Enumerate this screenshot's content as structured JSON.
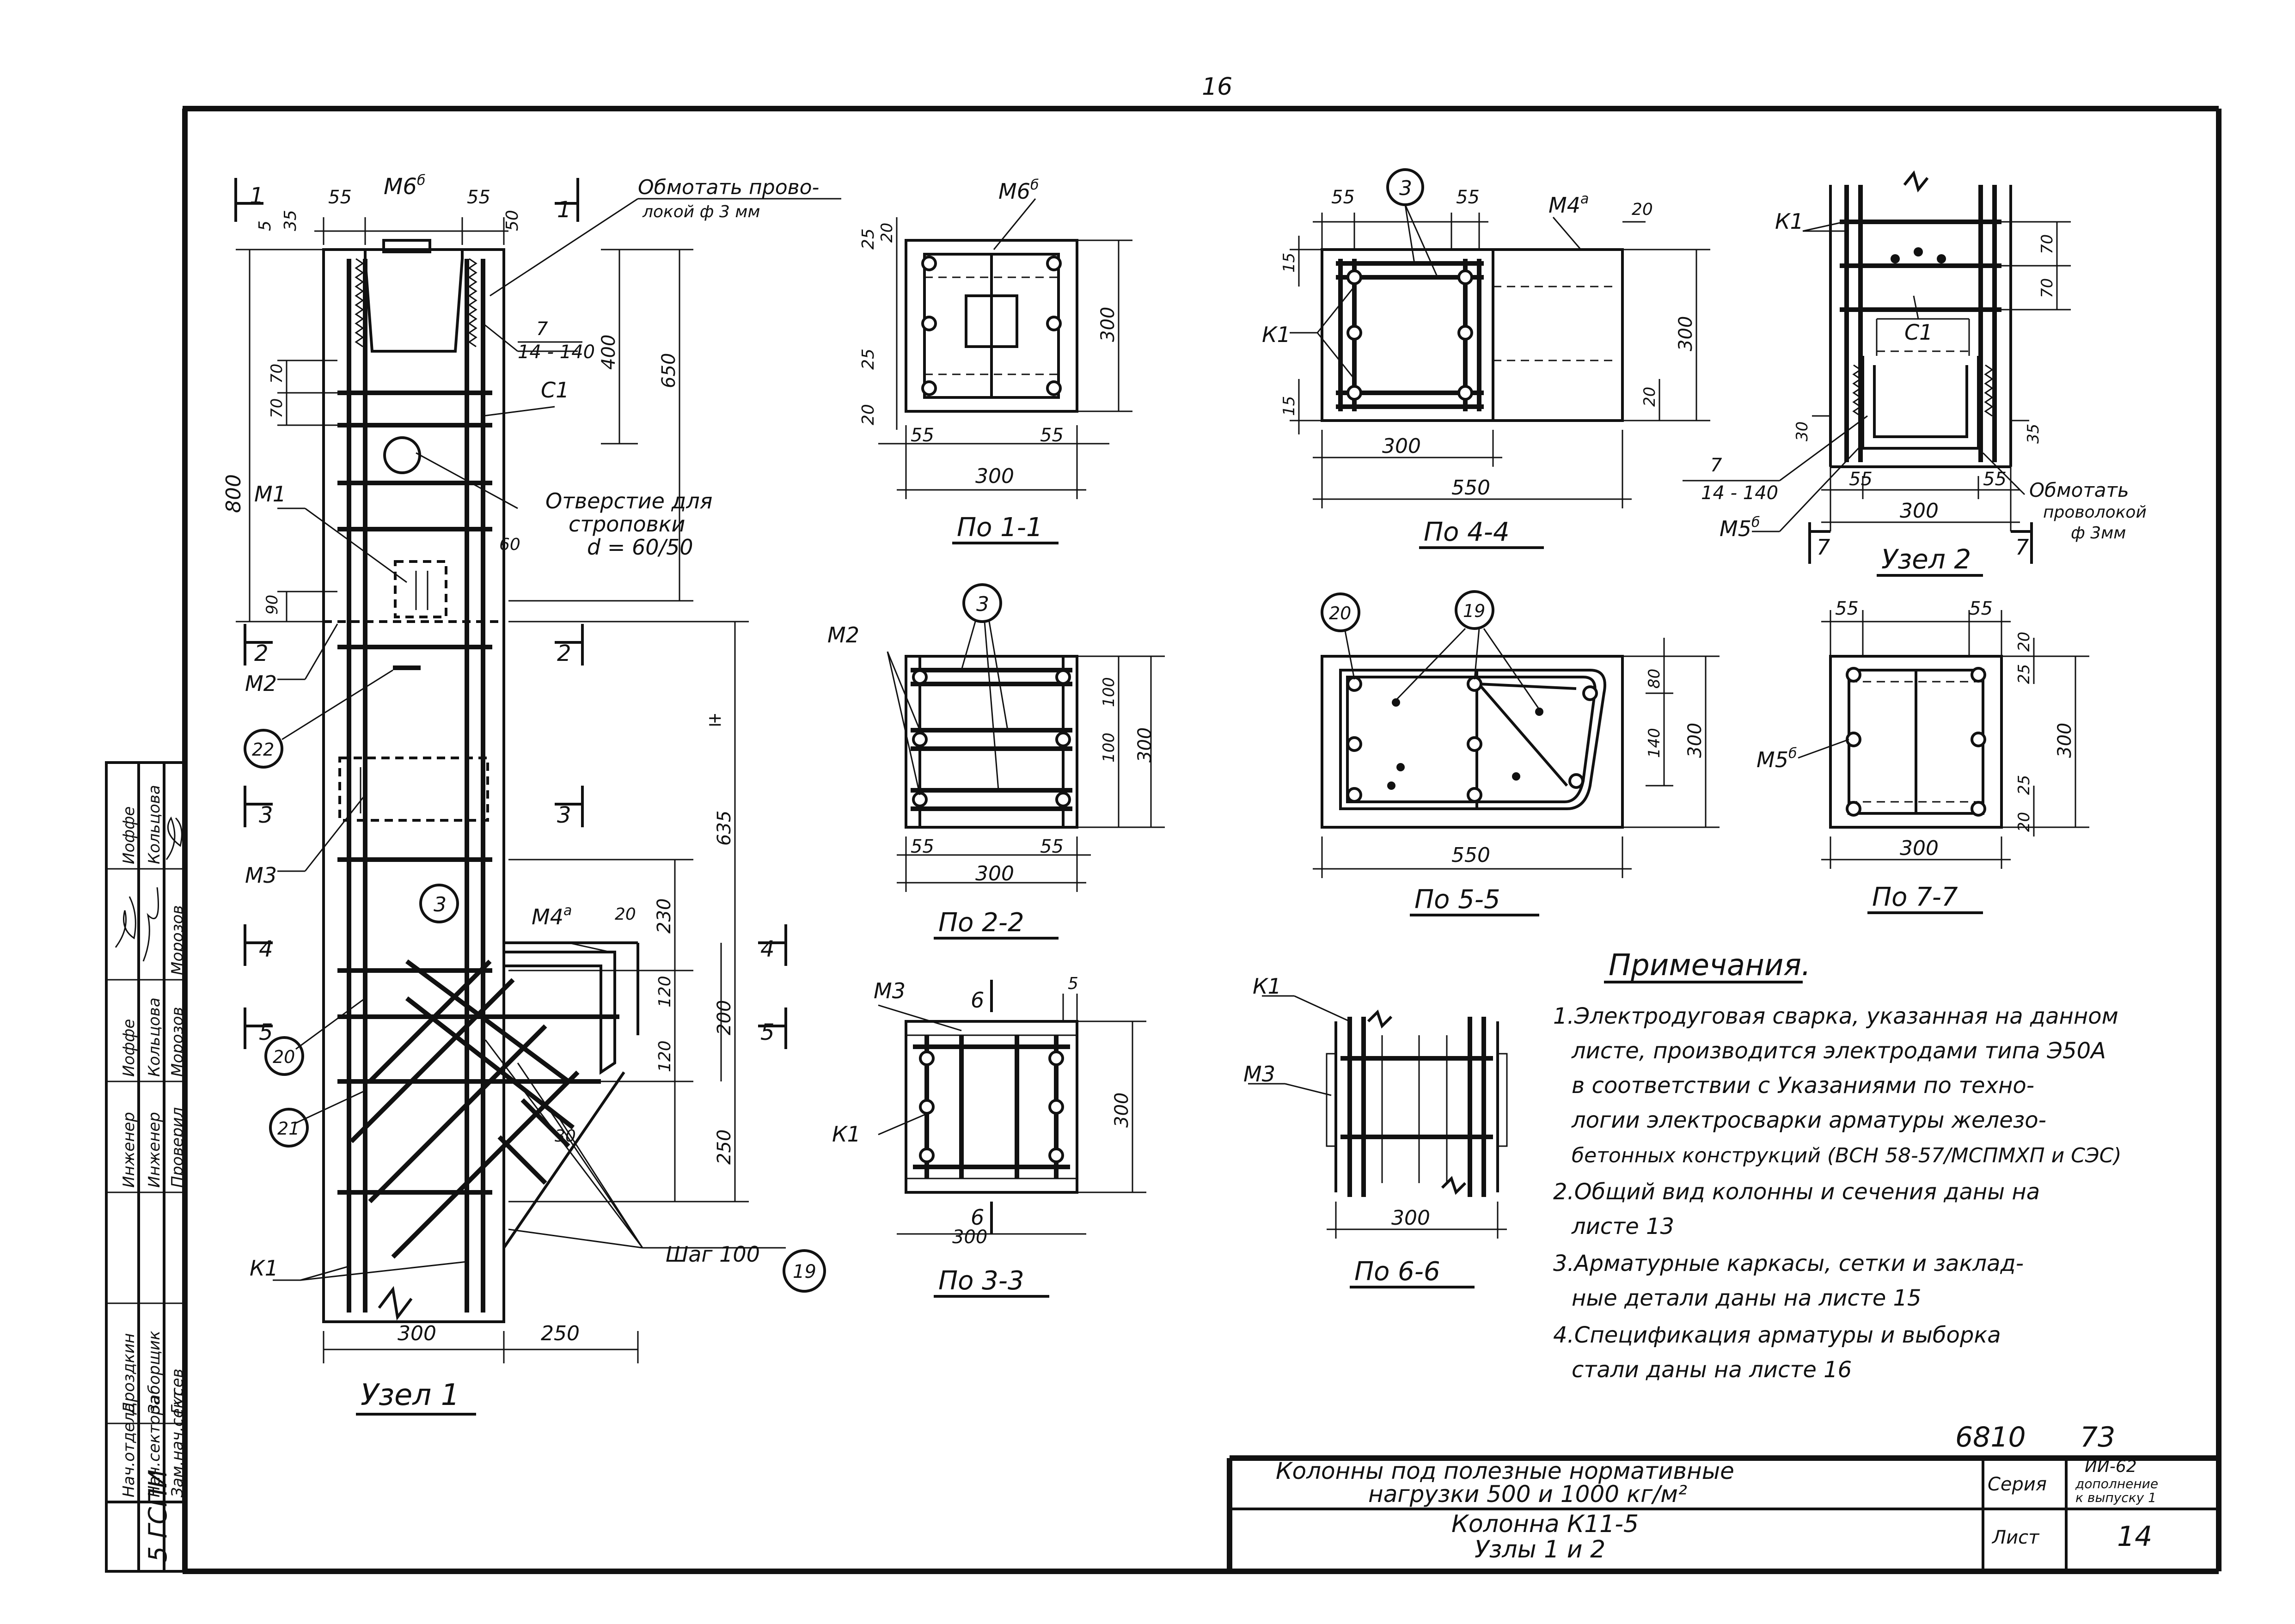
{
  "page_number": "16",
  "node1": {
    "title": "Узел 1",
    "labels": {
      "m6": "М6",
      "m6_sup": "б",
      "wrap_note_1": "Обмотать прово-",
      "wrap_note_2": "локой ф 3 мм",
      "weld_num": "7",
      "weld_den": "14 - 140",
      "c1": "С1",
      "m1": "М1",
      "m2": "М2",
      "m3": "М3",
      "m4": "М4",
      "m4_sup": "а",
      "k1": "К1",
      "hole_1": "Отверстие для",
      "hole_2": "строповки",
      "hole_3": "d = 60/50",
      "step": "Шаг 100",
      "cut1": "1",
      "cut2": "2",
      "cut3": "3",
      "cut4": "4",
      "cut5": "5"
    },
    "dims": {
      "d55a": "55",
      "d55b": "55",
      "d35": "35",
      "d5": "5",
      "d50": "50",
      "d400": "400",
      "d650": "650",
      "d800": "800",
      "d70a": "70",
      "d70b": "70",
      "d60": "60",
      "d90": "90",
      "d635": "635",
      "d230": "230",
      "d20": "20",
      "d120a": "120",
      "d120b": "120",
      "d200": "200",
      "d250v": "250",
      "d300": "300",
      "d250h": "250",
      "d30": "30",
      "dplus": "±"
    },
    "circles": {
      "c22": "22",
      "c3": "3",
      "c20": "20",
      "c21": "21",
      "c19": "19"
    }
  },
  "sec11": {
    "title": "По 1-1",
    "m6": "М6",
    "m6_sup": "б",
    "d20a": "20",
    "d25a": "25",
    "d25b": "25",
    "d20b": "20",
    "d300v": "300",
    "d55a": "55",
    "d55b": "55",
    "d300h": "300"
  },
  "sec22": {
    "title": "По 2-2",
    "m2": "М2",
    "c3": "3",
    "d100a": "100",
    "d100b": "100",
    "d300v": "300",
    "d55a": "55",
    "d55b": "55",
    "d300h": "300"
  },
  "sec33": {
    "title": "По 3-3",
    "m3": "М3",
    "k1": "К1",
    "cut": "6",
    "d5": "5",
    "d300v": "300",
    "d300h": "300"
  },
  "sec44": {
    "title": "По 4-4",
    "m4": "М4",
    "m4_sup": "а",
    "k1": "К1",
    "c3": "3",
    "d55a": "55",
    "d55b": "55",
    "d20a": "20",
    "d15a": "15",
    "d15b": "15",
    "d300v": "300",
    "d20b": "20",
    "d300h": "300",
    "d550": "550"
  },
  "sec55": {
    "title": "По 5-5",
    "c20": "20",
    "c19": "19",
    "d80": "80",
    "d140": "140",
    "d300v": "300",
    "d550": "550"
  },
  "sec66": {
    "title": "По 6-6",
    "k1": "К1",
    "m3": "М3",
    "d300h": "300"
  },
  "node2": {
    "title": "Узел 2",
    "k1": "К1",
    "c1": "С1",
    "m5": "М5",
    "m5_sup": "б",
    "weld_num": "7",
    "weld_den": "14 - 140",
    "d70a": "70",
    "d70b": "70",
    "d30": "30",
    "d35": "35",
    "d55a": "55",
    "d55b": "55",
    "d300": "300",
    "cut": "7",
    "wrap_1": "Обмотать",
    "wrap_2": "проволокой",
    "wrap_3": "ф 3мм"
  },
  "sec77": {
    "title": "По 7-7",
    "m5": "М5",
    "m5_sup": "б",
    "d55a": "55",
    "d55b": "55",
    "d20a": "20",
    "d25a": "25",
    "d25b": "25",
    "d20b": "20",
    "d300v": "300",
    "d300h": "300"
  },
  "notes": {
    "heading": "Примечания.",
    "lines": [
      "1.Электродуговая сварка, указанная на данном",
      "листе, производится электродами типа Э50А",
      "в соответствии с Указаниями по техно-",
      "логии электросварки арматуры железо-",
      "бетонных конструкций (ВСН 58-57/МСПМХП и СЭС)",
      "2.Общий вид колонны и сечения даны на",
      "листе 13",
      "3.Арматурные каркасы, сетки и заклад-",
      "ные детали даны на листе 15",
      "4.Спецификация арматуры и выборка",
      "стали даны на листе 16"
    ]
  },
  "title_block": {
    "doc_number": "6810",
    "doc_number_2": "73",
    "main_title_1": "Колонны под полезные нормативные",
    "main_title_2": "нагрузки 500 и 1000 кг/м²",
    "sub_title_1": "Колонна К11-5",
    "sub_title_2": "Узлы 1 и 2",
    "series_label": "Серия",
    "series_value_1": "ИИ-62",
    "series_value_2": "дополнение",
    "series_value_3": "к выпуску 1",
    "sheet_label": "Лист",
    "sheet_value": "14"
  },
  "stamp": {
    "org": "5 ГСПИ",
    "rows": [
      {
        "role": "Нач.отдела",
        "name": "Дроздкин"
      },
      {
        "role": "Нач.сектора",
        "name": "Заборщик"
      },
      {
        "role": "Зам.нач.сект",
        "name": "Гусев"
      },
      {
        "role": "Инженер",
        "name": "Кольцова"
      },
      {
        "role": "Инженер",
        "name": "Иоффе"
      },
      {
        "role": "Проверил",
        "name": "Морозов"
      }
    ],
    "col_heads": [
      "Иоффе",
      "Кольцова",
      "Морозов"
    ]
  }
}
